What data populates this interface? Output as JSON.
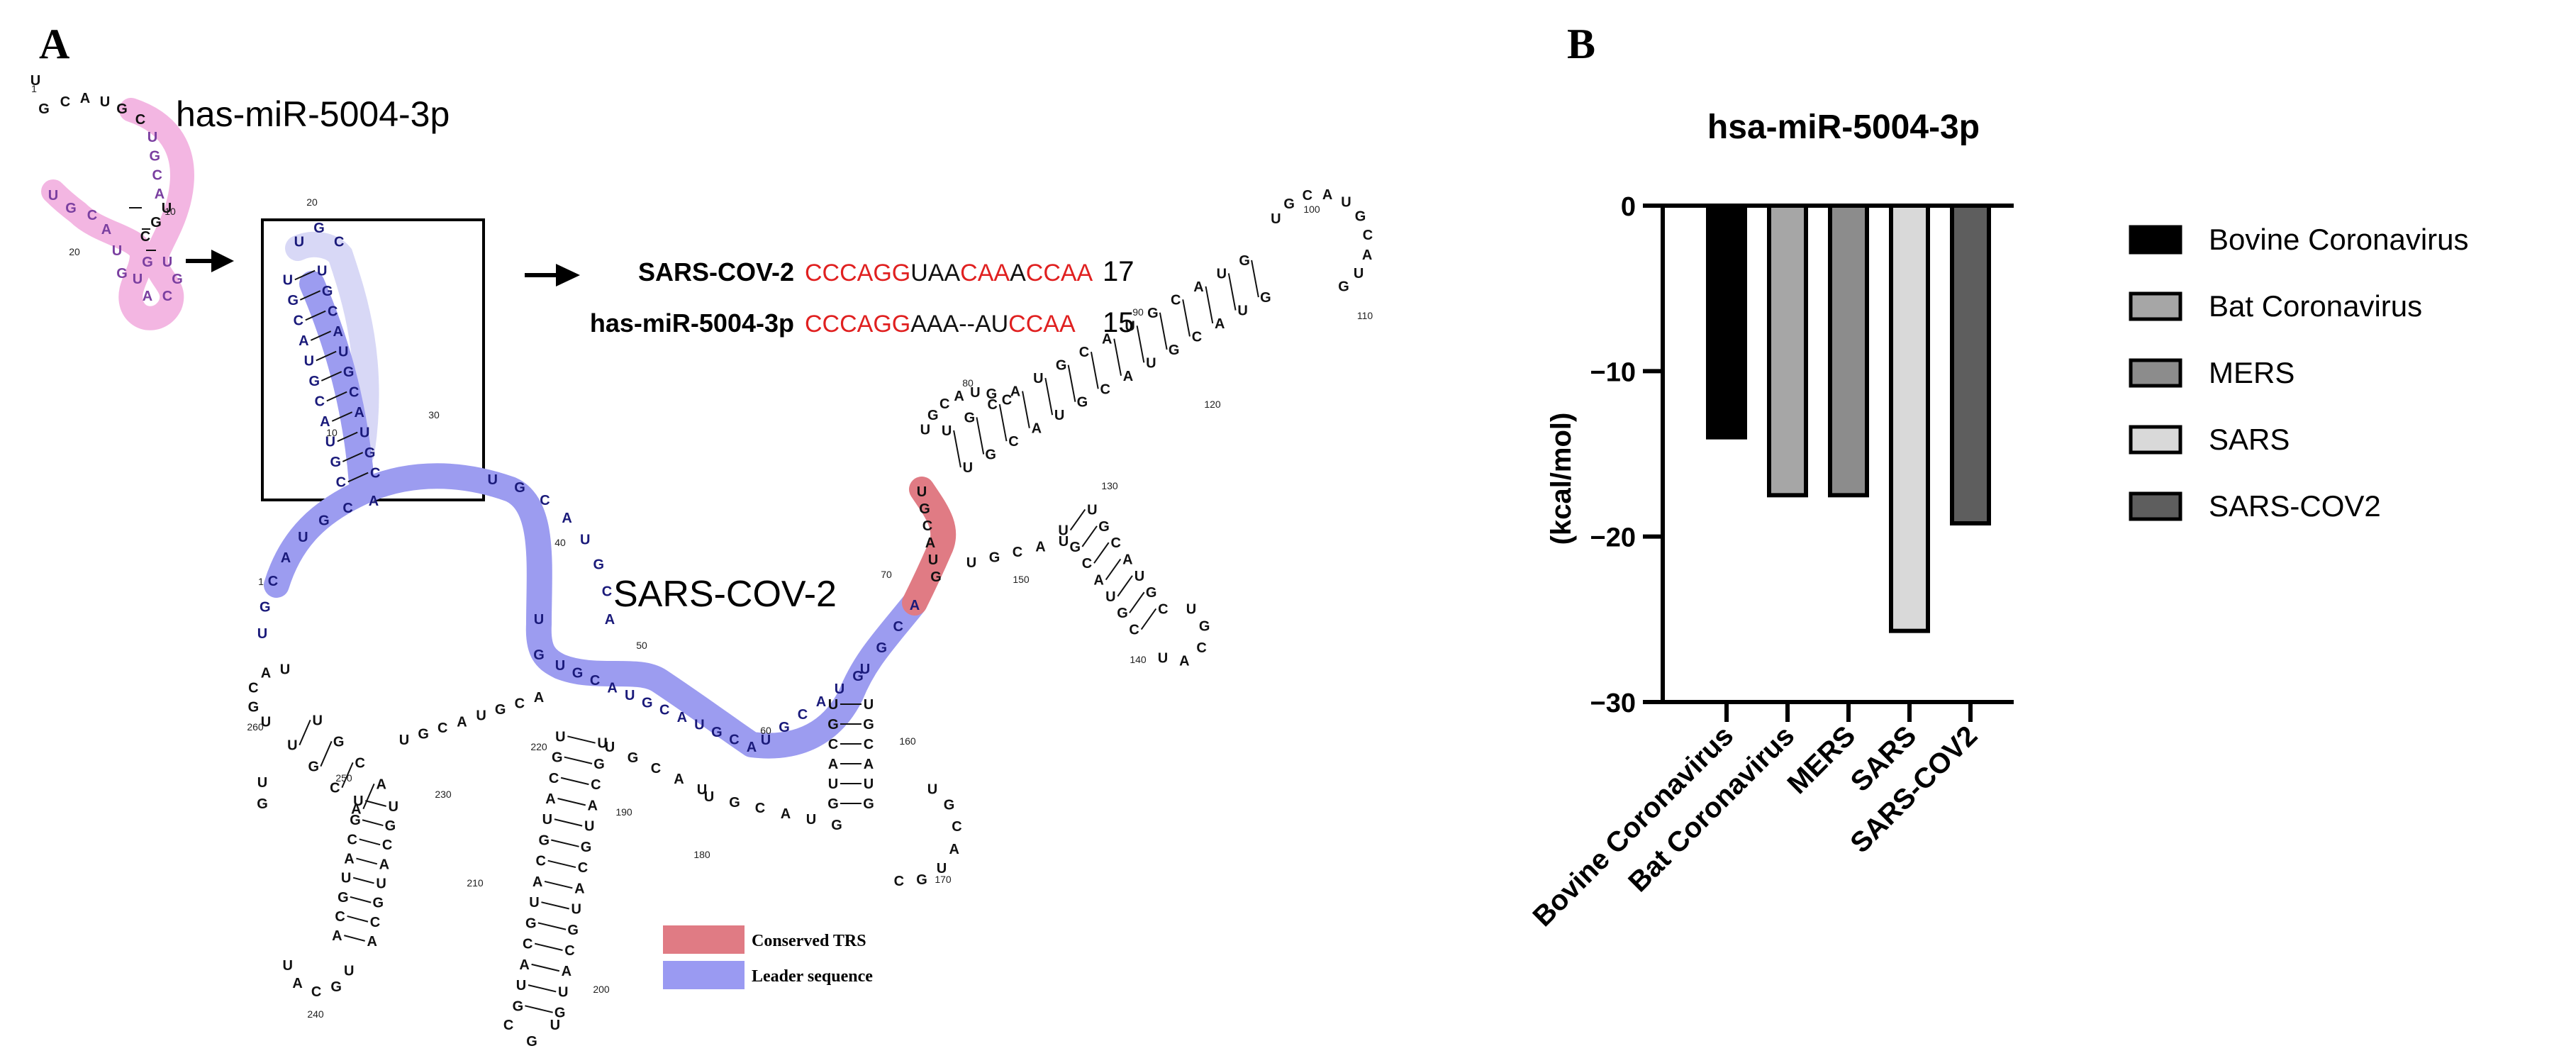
{
  "panel_a": {
    "letter": "A",
    "mirna_label": "has-miR-5004-3p",
    "virus_label": "SARS-COV-2",
    "alignment": {
      "row1_name": "SARS-COV-2",
      "row1_seq": [
        {
          "t": "CCCAGG",
          "c": "red"
        },
        {
          "t": "UAA",
          "c": "black"
        },
        {
          "t": "CAA",
          "c": "red"
        },
        {
          "t": "A",
          "c": "black"
        },
        {
          "t": "CCAA",
          "c": "red"
        }
      ],
      "row1_len": "17",
      "row2_name": "has-miR-5004-3p",
      "row2_seq": [
        {
          "t": "CCCAGG",
          "c": "red"
        },
        {
          "t": "AAA",
          "c": "black"
        },
        {
          "t": "--",
          "c": "black"
        },
        {
          "t": "AU",
          "c": "black"
        },
        {
          "t": "CCAA",
          "c": "red"
        }
      ],
      "row2_len": "15"
    },
    "legend": {
      "trs_label": "Conserved TRS",
      "trs_color": "#e07b84",
      "leader_label": "Leader sequence",
      "leader_color": "#9a9af2"
    },
    "mirna_numbers": [
      "1",
      "10",
      "20"
    ],
    "virus_numbers": [
      "1",
      "10",
      "20",
      "30",
      "40",
      "50",
      "60",
      "70",
      "80",
      "90",
      "100",
      "110",
      "120",
      "130",
      "140",
      "150",
      "160",
      "170",
      "180",
      "190",
      "200",
      "210",
      "220",
      "230",
      "240",
      "250",
      "260"
    ]
  },
  "panel_b": {
    "letter": "B"
  },
  "chart_data": {
    "type": "bar",
    "title": "hsa-miR-5004-3p",
    "xlabel": "",
    "ylabel": "(kcal/mol)",
    "categories": [
      "Bovine Coronavirus",
      "Bat Coronavirus",
      "MERS",
      "SARS",
      "SARS-COV2"
    ],
    "values": [
      -14.0,
      -17.5,
      -17.5,
      -25.7,
      -19.2
    ],
    "ylim": [
      -30,
      0
    ],
    "yticks": [
      0,
      -10,
      -20,
      -30
    ],
    "ytick_labels": [
      "0",
      "−10",
      "−20",
      "−30"
    ],
    "colors": [
      "#000000",
      "#a6a6a6",
      "#8c8c8c",
      "#d9d9d9",
      "#5e5e5e"
    ],
    "legend_position": "right",
    "grid": false
  }
}
